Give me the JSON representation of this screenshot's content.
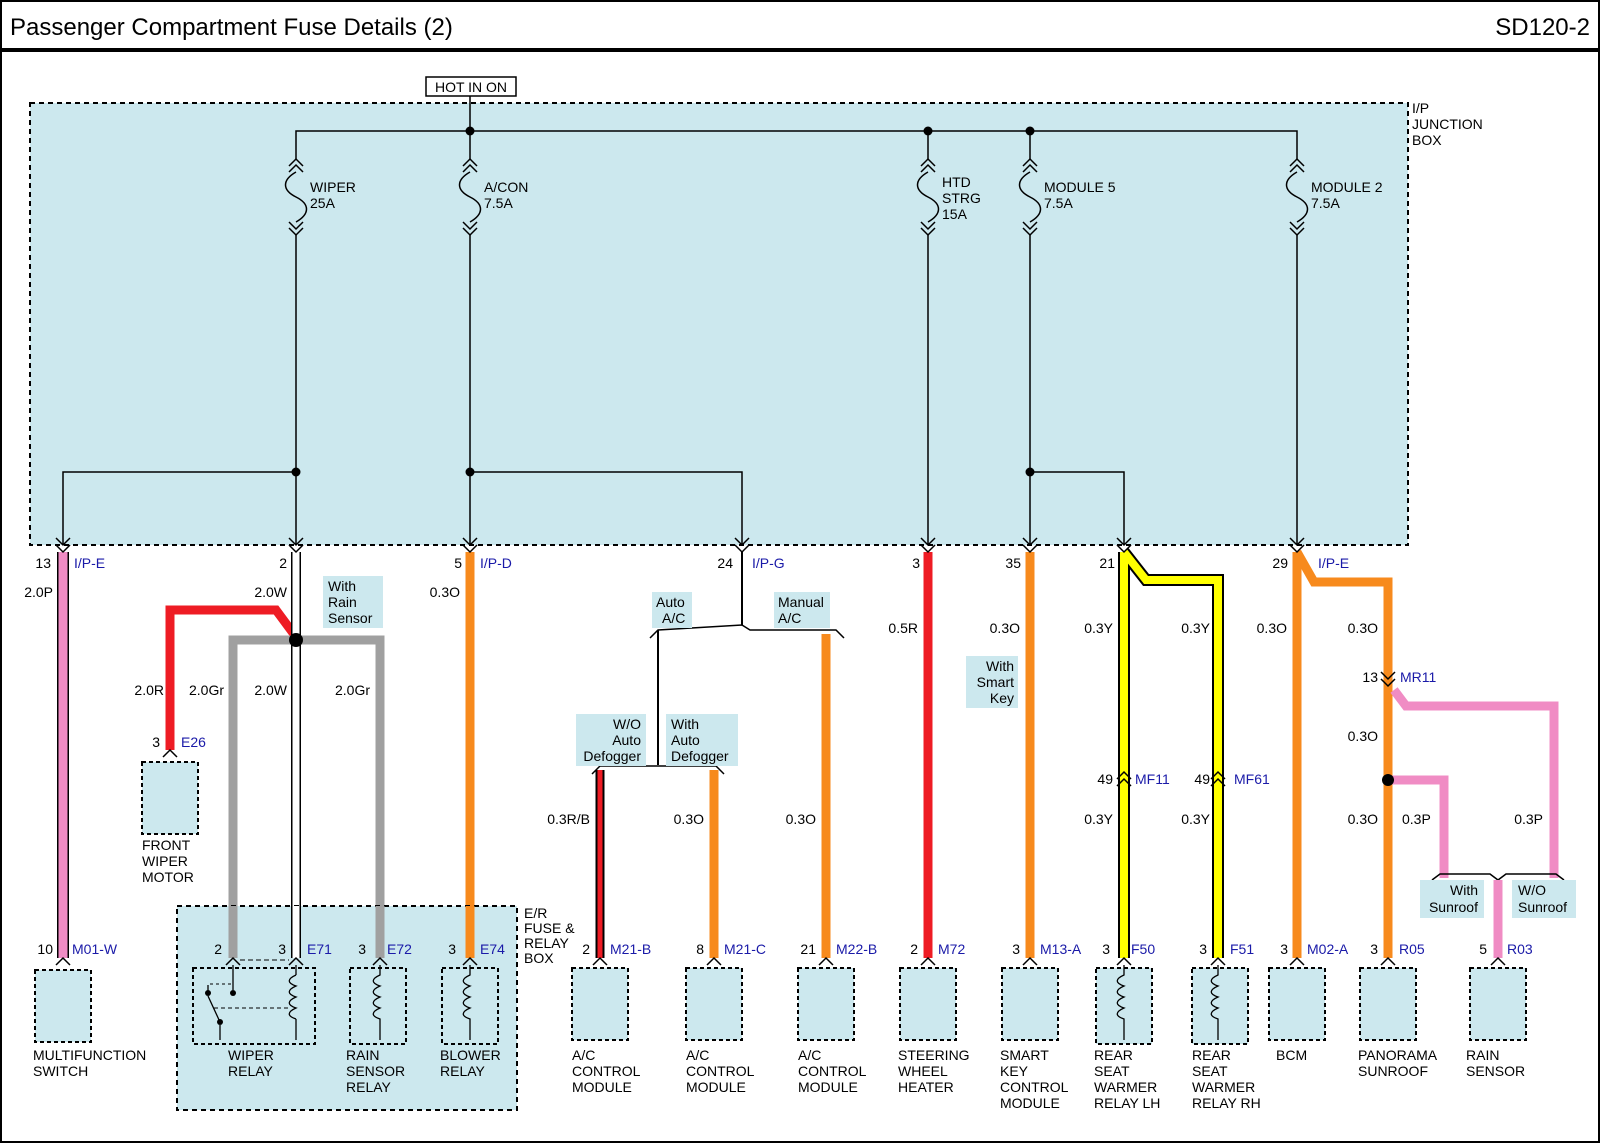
{
  "header": {
    "title": "Passenger Compartment Fuse Details (2)",
    "page_code": "SD120-2"
  },
  "power_source": "HOT IN ON",
  "junction_box": {
    "line1": "I/P",
    "line2": "JUNCTION",
    "line3": "BOX"
  },
  "fuses": [
    {
      "name": "WIPER",
      "rating": "25A"
    },
    {
      "name": "A/CON",
      "rating": "7.5A"
    },
    {
      "name": "HTD",
      "name2": "STRG",
      "rating": "15A"
    },
    {
      "name": "MODULE 5",
      "rating": "7.5A"
    },
    {
      "name": "MODULE 2",
      "rating": "7.5A"
    }
  ],
  "jb_pins": [
    {
      "pin": "13",
      "connector": "I/P-E"
    },
    {
      "pin": "2"
    },
    {
      "pin": "5",
      "connector": "I/P-D"
    },
    {
      "pin": "24",
      "connector": "I/P-G"
    },
    {
      "pin": "3"
    },
    {
      "pin": "35"
    },
    {
      "pin": "21"
    },
    {
      "pin": "29",
      "connector": "I/P-E"
    }
  ],
  "wires": {
    "w_2_0P": "2.0P",
    "w_2_0W_a": "2.0W",
    "w_0_3O_a": "0.3O",
    "w_2_0R": "2.0R",
    "w_2_0Gr_a": "2.0Gr",
    "w_2_0W_b": "2.0W",
    "w_2_0Gr_b": "2.0Gr",
    "w_0_5R": "0.5R",
    "w_0_3O_sk": "0.3O",
    "w_0_3Y_a": "0.3Y",
    "w_0_3Y_b": "0.3Y",
    "w_0_3O_bcm": "0.3O",
    "w_0_3O_pan1": "0.3O",
    "w_0_3O_pan2": "0.3O",
    "w_0_3O_pan3": "0.3O",
    "w_0_3RB": "0.3R/B",
    "w_0_3O_ac1": "0.3O",
    "w_0_3O_ac2": "0.3O",
    "w_0_3Y_c": "0.3Y",
    "w_0_3Y_d": "0.3Y",
    "w_0_3P_a": "0.3P",
    "w_0_3P_b": "0.3P"
  },
  "conditions": {
    "rain_sensor": [
      "With",
      "Rain",
      "Sensor"
    ],
    "auto_ac": [
      "Auto",
      "A/C"
    ],
    "manual_ac": [
      "Manual",
      "A/C"
    ],
    "wo_defog": [
      "W/O",
      "Auto",
      "Defogger"
    ],
    "with_defog": [
      "With",
      "Auto",
      "Defogger"
    ],
    "smart_key": [
      "With",
      "Smart",
      "Key"
    ],
    "with_sunroof": [
      "With",
      "Sunroof"
    ],
    "wo_sunroof": [
      "W/O",
      "Sunroof"
    ]
  },
  "inline_connectors": [
    {
      "pin": "13",
      "connector": "MR11"
    },
    {
      "pin": "49",
      "connector": "MF11"
    },
    {
      "pin": "49",
      "connector": "MF61"
    }
  ],
  "er_box": [
    "E/R",
    "FUSE &",
    "RELAY",
    "BOX"
  ],
  "components": [
    {
      "pin": "10",
      "connector": "M01-W",
      "name": [
        "MULTIFUNCTION",
        "SWITCH"
      ]
    },
    {
      "pin": "3",
      "connector": "E26",
      "name": [
        "FRONT",
        "WIPER",
        "MOTOR"
      ]
    },
    {
      "pin": "2",
      "pin2": "3",
      "connector": "E71",
      "name": [
        "WIPER",
        "RELAY"
      ]
    },
    {
      "pin": "3",
      "connector": "E72",
      "name": [
        "RAIN",
        "SENSOR",
        "RELAY"
      ]
    },
    {
      "pin": "3",
      "connector": "E74",
      "name": [
        "BLOWER",
        "RELAY"
      ]
    },
    {
      "pin": "2",
      "connector": "M21-B",
      "name": [
        "A/C",
        "CONTROL",
        "MODULE"
      ]
    },
    {
      "pin": "8",
      "connector": "M21-C",
      "name": [
        "A/C",
        "CONTROL",
        "MODULE"
      ]
    },
    {
      "pin": "21",
      "connector": "M22-B",
      "name": [
        "A/C",
        "CONTROL",
        "MODULE"
      ]
    },
    {
      "pin": "2",
      "connector": "M72",
      "name": [
        "STEERING",
        "WHEEL",
        "HEATER"
      ]
    },
    {
      "pin": "3",
      "connector": "M13-A",
      "name": [
        "SMART",
        "KEY",
        "CONTROL",
        "MODULE"
      ]
    },
    {
      "pin": "3",
      "connector": "F50",
      "name": [
        "REAR",
        "SEAT",
        "WARMER",
        "RELAY LH"
      ]
    },
    {
      "pin": "3",
      "connector": "F51",
      "name": [
        "REAR",
        "SEAT",
        "WARMER",
        "RELAY RH"
      ]
    },
    {
      "pin": "3",
      "connector": "M02-A",
      "name": [
        "BCM"
      ]
    },
    {
      "pin": "3",
      "connector": "R05",
      "name": [
        "PANORAMA",
        "SUNROOF"
      ]
    },
    {
      "pin": "5",
      "connector": "R03",
      "name": [
        "RAIN",
        "SENSOR"
      ]
    }
  ],
  "colors": {
    "box_fill": "#cce8ee",
    "pink": "#f08cc4",
    "orange": "#f78a1d",
    "red": "#ee1c24",
    "yellow": "#ffff00",
    "gray": "#a0a0a0",
    "white_wire": "#ffffff",
    "black": "#000000",
    "connector_text": "#1a1aa8"
  }
}
